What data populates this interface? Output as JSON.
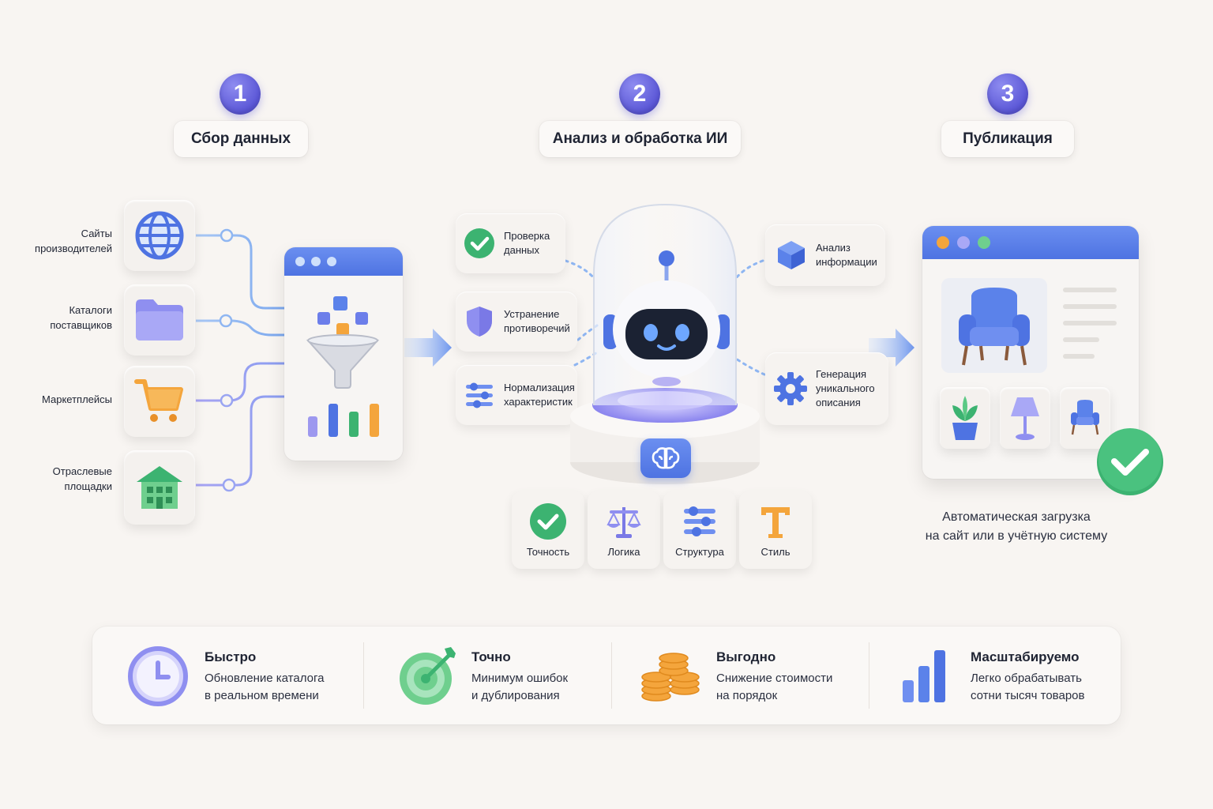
{
  "steps": [
    {
      "number": "1",
      "title": "Сбор данных"
    },
    {
      "number": "2",
      "title": "Анализ и обработка ИИ"
    },
    {
      "number": "3",
      "title": "Публикация"
    }
  ],
  "sources": [
    {
      "line1": "Сайты",
      "line2": "производителей",
      "icon": "globe-icon"
    },
    {
      "line1": "Каталоги",
      "line2": "поставщиков",
      "icon": "folder-icon"
    },
    {
      "line1": "Маркетплейсы",
      "line2": "",
      "icon": "cart-icon"
    },
    {
      "line1": "Отраслевые",
      "line2": "площадки",
      "icon": "building-icon"
    }
  ],
  "ai_tasks_left": [
    {
      "line1": "Проверка",
      "line2": "данных",
      "icon": "check-icon"
    },
    {
      "line1": "Устранение",
      "line2": "противоречий",
      "icon": "shield-icon"
    },
    {
      "line1": "Нормализация",
      "line2": "характеристик",
      "icon": "sliders-icon"
    }
  ],
  "ai_tasks_right": [
    {
      "line1": "Анализ",
      "line2": "информации",
      "icon": "cube-icon"
    },
    {
      "line1": "Генерация",
      "line2": "уникального",
      "line3": "описания",
      "icon": "gear-icon"
    }
  ],
  "qualities": [
    {
      "label": "Точность",
      "icon": "check-circle-icon"
    },
    {
      "label": "Логика",
      "icon": "scales-icon"
    },
    {
      "label": "Структура",
      "icon": "sliders-icon"
    },
    {
      "label": "Стиль",
      "icon": "letter-t-icon"
    }
  ],
  "publication": {
    "line1": "Автоматическая загрузка",
    "line2": "на сайт или в учётную систему"
  },
  "benefits": [
    {
      "title": "Быстро",
      "line1": "Обновление каталога",
      "line2": "в реальном времени",
      "icon": "clock-icon"
    },
    {
      "title": "Точно",
      "line1": "Минимум ошибок",
      "line2": "и дублирования",
      "icon": "target-icon"
    },
    {
      "title": "Выгодно",
      "line1": "Снижение стоимости",
      "line2": "на порядок",
      "icon": "coins-icon"
    },
    {
      "title": "Масштабируемо",
      "line1": "Легко обрабатывать",
      "line2": "сотни тысяч товаров",
      "icon": "bar-chart-icon"
    }
  ],
  "colors": {
    "accent": "#5a56d6",
    "blue": "#4e73e2",
    "green": "#3cb371",
    "orange": "#f4a53c",
    "background": "#f8f5f2"
  }
}
